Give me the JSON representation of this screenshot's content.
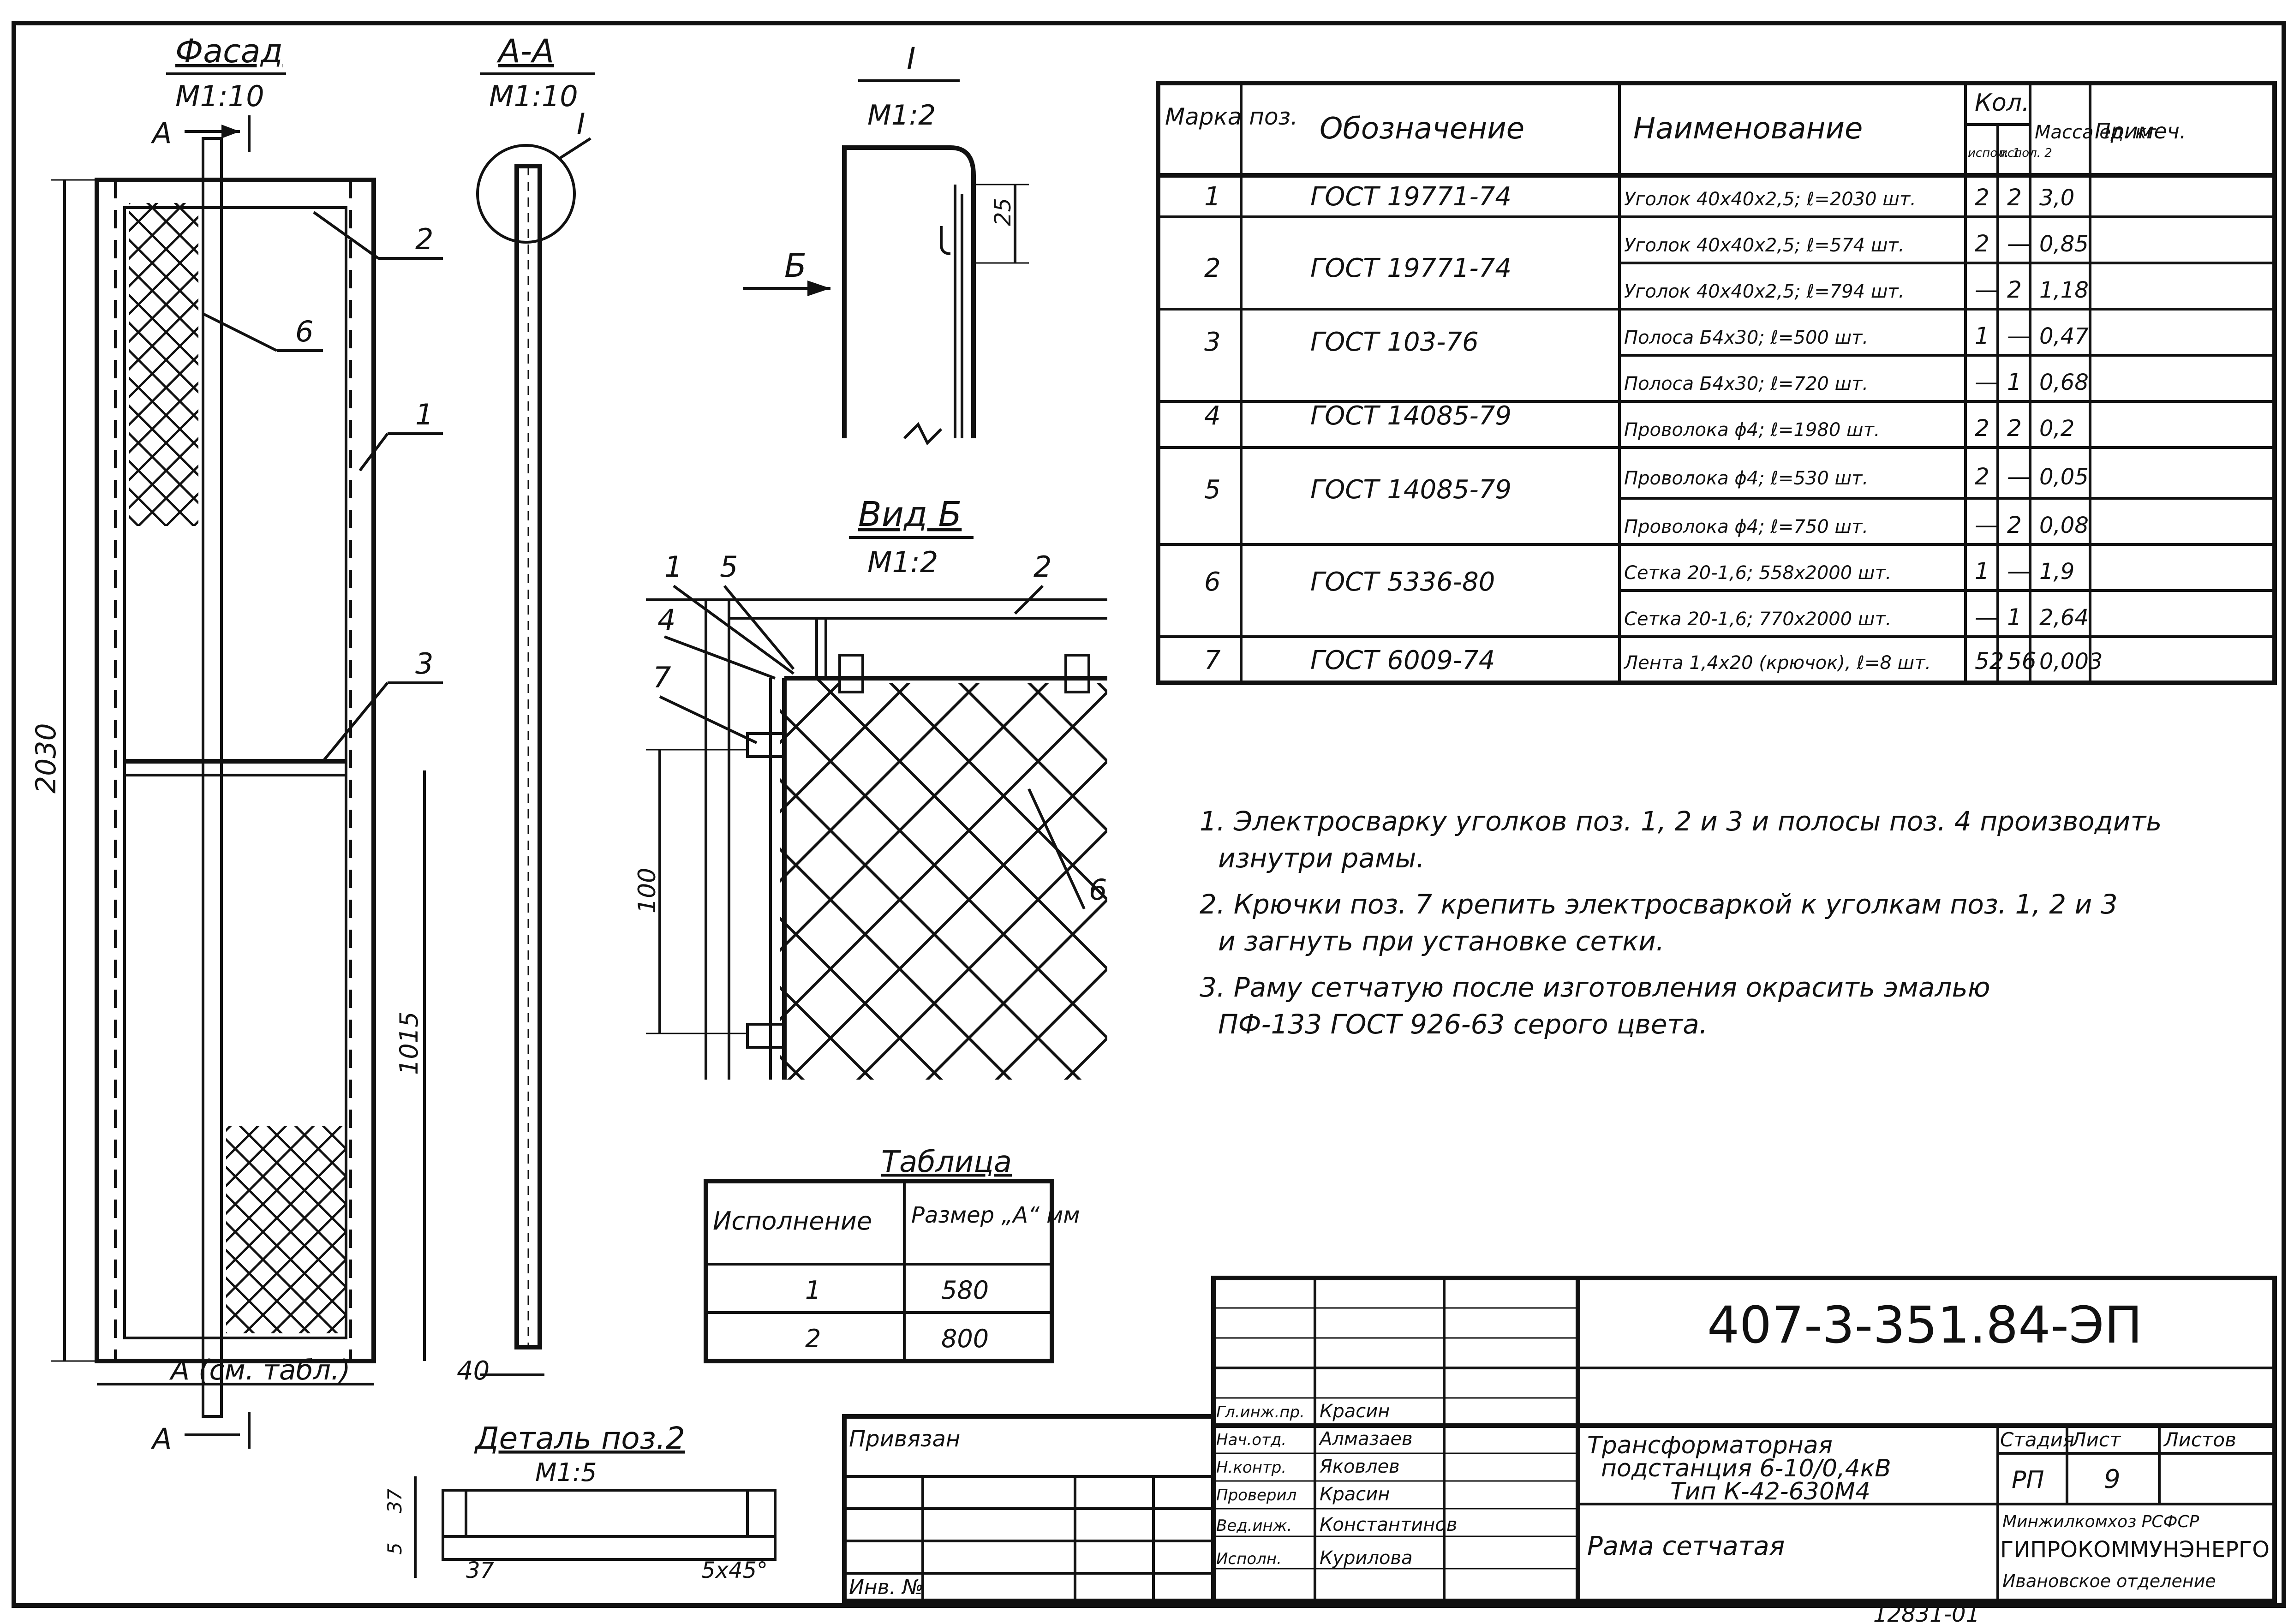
{
  "views": {
    "facade": {
      "title": "Фасад",
      "scale": "М1:10",
      "section_mark": "А",
      "dim_height": "2030",
      "dim_mid": "1015",
      "dim_width": "А (см. табл.)"
    },
    "section_aa": {
      "title": "А-А",
      "scale": "М1:10",
      "callout": "I",
      "dim_bottom": "40"
    },
    "detail_i": {
      "title": "I",
      "scale": "М1:2",
      "dim": "25",
      "view_arrow": "Б"
    },
    "view_b": {
      "title": "Вид Б",
      "scale": "М1:2",
      "dim": "100"
    },
    "detail_pos2": {
      "title": "Деталь поз.2",
      "scale": "М1:5",
      "dims": [
        "5",
        "37",
        "37",
        "5x45°"
      ]
    }
  },
  "position_labels": [
    "1",
    "2",
    "3",
    "4",
    "5",
    "6",
    "7"
  ],
  "spec_table": {
    "headers": {
      "mark": "Марка поз.",
      "designation": "Обозначение",
      "name": "Наименование",
      "qty": "Кол.",
      "qty_sub1": "испол. 1",
      "qty_sub2": "испол. 2",
      "mass": "Масса ед. кг",
      "note": "Примеч."
    },
    "rows": [
      {
        "mark": "1",
        "designation": "ГОСТ 19771-74",
        "name": "Уголок 40x40x2,5; ℓ=2030 шт.",
        "q1": "2",
        "q2": "2",
        "mass": "3,0"
      },
      {
        "mark": "2",
        "designation": "ГОСТ 19771-74",
        "name": "Уголок 40x40x2,5; ℓ=574 шт.",
        "q1": "2",
        "q2": "—",
        "mass": "0,85"
      },
      {
        "mark": "",
        "designation": "",
        "name": "Уголок 40x40x2,5; ℓ=794 шт.",
        "q1": "—",
        "q2": "2",
        "mass": "1,18"
      },
      {
        "mark": "3",
        "designation": "ГОСТ 103-76",
        "name": "Полоса Б4x30; ℓ=500 шт.",
        "q1": "1",
        "q2": "—",
        "mass": "0,47"
      },
      {
        "mark": "",
        "designation": "",
        "name": "Полоса Б4x30; ℓ=720 шт.",
        "q1": "—",
        "q2": "1",
        "mass": "0,68"
      },
      {
        "mark": "4",
        "designation": "ГОСТ 14085-79",
        "name": "Проволока ϕ4; ℓ=1980 шт.",
        "q1": "2",
        "q2": "2",
        "mass": "0,2"
      },
      {
        "mark": "5",
        "designation": "ГОСТ 14085-79",
        "name": "Проволока ϕ4; ℓ=530 шт.",
        "q1": "2",
        "q2": "—",
        "mass": "0,05"
      },
      {
        "mark": "",
        "designation": "",
        "name": "Проволока ϕ4; ℓ=750 шт.",
        "q1": "—",
        "q2": "2",
        "mass": "0,08"
      },
      {
        "mark": "6",
        "designation": "ГОСТ 5336-80",
        "name": "Сетка 20-1,6; 558x2000 шт.",
        "q1": "1",
        "q2": "—",
        "mass": "1,9"
      },
      {
        "mark": "",
        "designation": "",
        "name": "Сетка 20-1,6; 770x2000 шт.",
        "q1": "—",
        "q2": "1",
        "mass": "2,64"
      },
      {
        "mark": "7",
        "designation": "ГОСТ 6009-74",
        "name": "Лента 1,4x20 (крючок), ℓ=8 шт.",
        "q1": "52",
        "q2": "56",
        "mass": "0,003"
      }
    ]
  },
  "notes": [
    "1. Электросварку уголков поз. 1, 2 и 3 и полосы поз. 4 производить",
    "изнутри рамы.",
    "2. Крючки поз. 7 крепить электросваркой к уголкам поз. 1, 2 и 3",
    "и загнуть при установке сетки.",
    "3. Раму сетчатую после изготовления окрасить эмалью",
    "ПФ-133 ГОСТ 926-63 серого цвета."
  ],
  "size_table": {
    "title": "Таблица",
    "headers": [
      "Исполнение",
      "Размер „А“ мм"
    ],
    "rows": [
      [
        "1",
        "580"
      ],
      [
        "2",
        "800"
      ]
    ]
  },
  "title_block": {
    "document_number": "407-3-351.84-ЭП",
    "bound_label": "Привязан",
    "inv_label": "Инв. №",
    "roles": [
      "Гл.инж.пр.",
      "Нач.отд.",
      "Н.контр.",
      "Проверил",
      "Вед.инж.",
      "Исполн."
    ],
    "names": [
      "Красин",
      "Алмазаев",
      "Яковлев",
      "Красин",
      "Константинов",
      "Курилова"
    ],
    "project": [
      "Трансформаторная",
      "подстанция 6-10/0,4кВ",
      "Тип К-42-630М4"
    ],
    "sheet_name": "Рама сетчатая",
    "stage_label": "Стадия",
    "sheet_label": "Лист",
    "sheets_label": "Листов",
    "stage": "РП",
    "sheet": "9",
    "org_lines": [
      "Минжилкомхоз РСФСР",
      "ГИПРОКОММУНЭНЕРГО",
      "Ивановское отделение"
    ],
    "bottom_number": "12831-01"
  }
}
